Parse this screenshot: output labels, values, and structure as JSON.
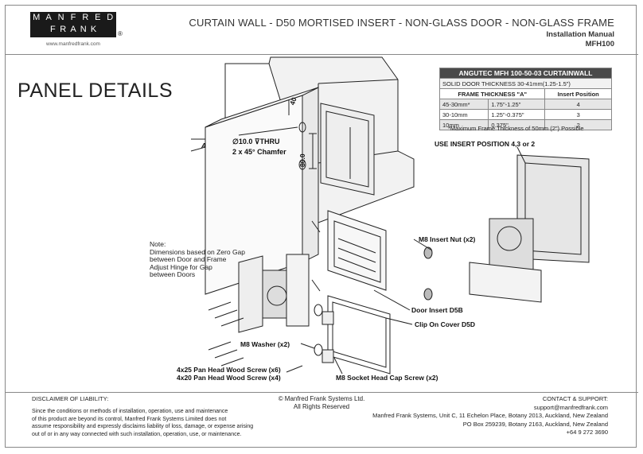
{
  "header": {
    "logo_row1": [
      "M",
      "A",
      "N",
      "F",
      "R",
      "E",
      "D"
    ],
    "logo_row2": [
      "F",
      "R",
      "A",
      "N",
      "K"
    ],
    "registered": "®",
    "website": "www.manfredfrank.com",
    "title": "CURTAIN WALL - D50 MORTISED INSERT - NON-GLASS DOOR - NON-GLASS FRAME",
    "subtitle": "Installation Manual",
    "code": "MFH100"
  },
  "page_title": "PANEL DETAILS",
  "spec_table": {
    "heading": "ANGUTEC MFH 100-50-03 CURTAINWALL",
    "subheading": "SOLID DOOR THICKNESS 30-41mm(1.25-1.5\")",
    "col_frame": "FRAME THICKNESS \"A\"",
    "col_position": "Insert Position",
    "rows": [
      {
        "mm": "45-30mm*",
        "inch": "1.75\"-1.25\"",
        "position": "4"
      },
      {
        "mm": "30-10mm",
        "inch": "1.25\"-0.375\"",
        "position": "3"
      },
      {
        "mm": "10mm",
        "inch": "0.375\"",
        "position": "2"
      }
    ],
    "footnote": "*Maximum Frame Thickness of 50mm (2\") Possible"
  },
  "drawing": {
    "dim_40": "40",
    "dim_80": "80.0",
    "dim_a": "A",
    "hole_spec": "∅10.0 ⊽THRU",
    "chamfer": "2 x 45° Chamfer",
    "use_insert": "USE INSERT POSITION 4,3 or 2",
    "insert_nut": "M8 Insert Nut (x2)",
    "door_insert": "Door Insert D5B",
    "clip_cover": "Clip On Cover D5D",
    "washer": "M8 Washer (x2)",
    "screw_4x25": "4x25 Pan Head Wood Screw (x6)",
    "screw_4x20": "4x20 Pan Head Wood Screw (x4)",
    "cap_screw": "M8 Socket Head Cap Screw (x2)",
    "note_lines": [
      "Note:",
      "Dimensions based on Zero Gap",
      "between Door and Frame",
      "Adjust Hinge for Gap",
      "between Doors"
    ]
  },
  "footer": {
    "disclaimer_heading": "DISCLAIMER OF LIABILITY:",
    "disclaimer_lines": [
      "Since the conditions or methods of installation, operation, use and maintenance",
      "of this product are beyond its control, Manfred Frank Systems Limited does not",
      "assume responsibility and expressly disclaims liability of loss, damage, or expense arising",
      "out of or in any way connected with such installation, operation, use, or maintenance."
    ],
    "copyright_line1": "© Manfred Frank Systems Ltd.",
    "copyright_line2": "All Rights Reserved",
    "contact_heading": "CONTACT & SUPPORT:",
    "email": "support@manfredfrank.com",
    "address": "Manfred Frank Systems, Unit C, 11 Echelon Place, Botany 2013, Auckland, New Zealand",
    "po_box": "PO Box 259239, Botany 2163, Auckland, New Zealand",
    "phone": "+64 9 272 3690"
  }
}
